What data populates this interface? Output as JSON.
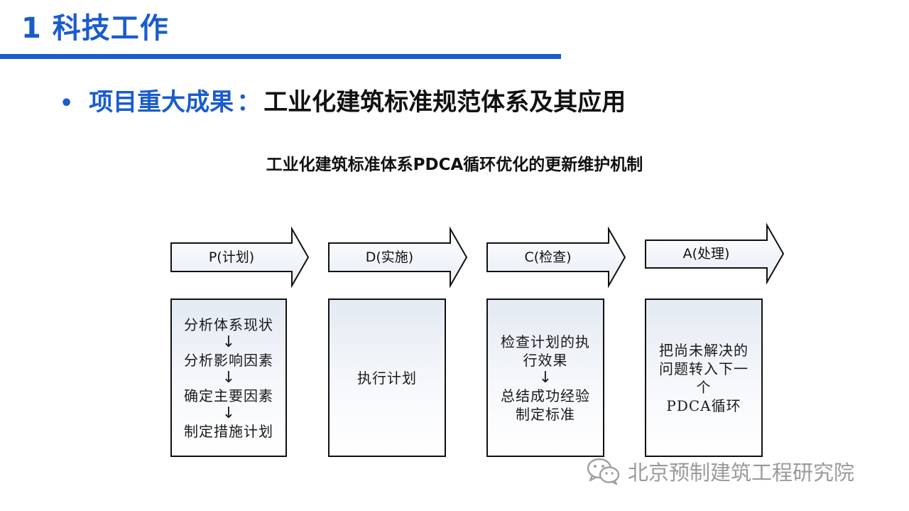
{
  "slide": {
    "title": "1 科技工作",
    "bullet_label": "项目重大成果",
    "bullet_separator": "：",
    "bullet_text": "工业化建筑标准规范体系及其应用"
  },
  "diagram": {
    "title": "工业化建筑标准体系PDCA循环优化的更新维护机制",
    "steps": [
      {
        "label": "P(计划)",
        "content": [
          "分析体系现状",
          "↓",
          "分析影响因素",
          "↓",
          "确定主要因素",
          "↓",
          "制定措施计划"
        ]
      },
      {
        "label": "D(实施)",
        "content": [
          "执行计划"
        ]
      },
      {
        "label": "C(检查)",
        "content": [
          "检查计划的执",
          "行效果",
          "↓",
          "总结成功经验",
          "制定标准"
        ]
      },
      {
        "label": "A(处理)",
        "content": [
          "把尚未解决的",
          "问题转入下一",
          "个",
          "PDCA循环"
        ]
      }
    ]
  },
  "watermark": {
    "text": "北京预制建筑工程研究院",
    "icon": "wechat-icon"
  }
}
